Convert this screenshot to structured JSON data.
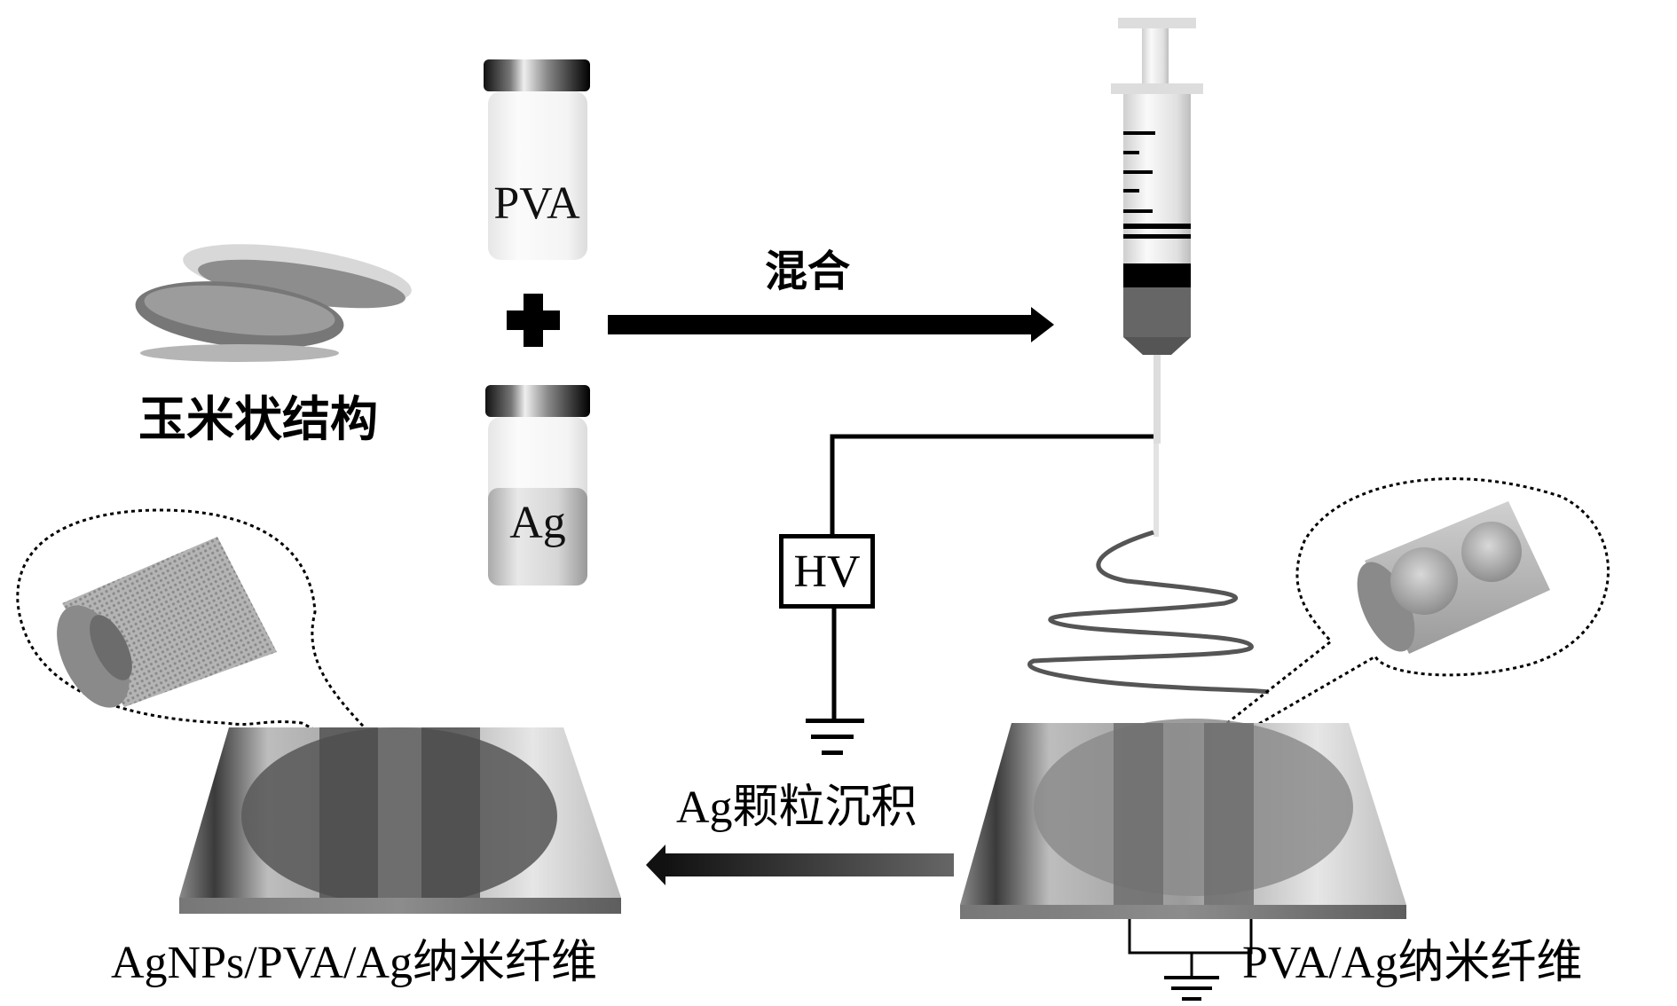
{
  "figure": {
    "labels": {
      "corn_structure": "玉米状结构",
      "pva_vial": "PVA",
      "ag_vial": "Ag",
      "mix": "混合",
      "hv": "HV",
      "ag_deposition": "Ag颗粒沉积",
      "product_left": "AgNPs/PVA/Ag纳米纤维",
      "product_right": "PVA/Ag纳米纤维"
    },
    "components": [
      {
        "name": "corn",
        "icon": "corn-icon"
      },
      {
        "name": "pva-solution",
        "icon": "vial-icon"
      },
      {
        "name": "ag-solution",
        "icon": "vial-icon"
      },
      {
        "name": "plus",
        "icon": "plus-icon"
      },
      {
        "name": "syringe",
        "icon": "syringe-icon"
      },
      {
        "name": "high-voltage-supply",
        "icon": "hv-box"
      },
      {
        "name": "ground",
        "icon": "ground-icon"
      },
      {
        "name": "collector-substrate",
        "icon": "substrate-icon"
      },
      {
        "name": "nanotube-mesh-callout",
        "icon": "mesh-cylinder-icon"
      },
      {
        "name": "nanoparticle-tube-callout",
        "icon": "sphere-cylinder-icon"
      }
    ],
    "colors": {
      "line": "#000000",
      "fiber": "#555555",
      "substrate_dark": "#5a5a5a",
      "substrate_light": "#d8d8d8"
    }
  }
}
